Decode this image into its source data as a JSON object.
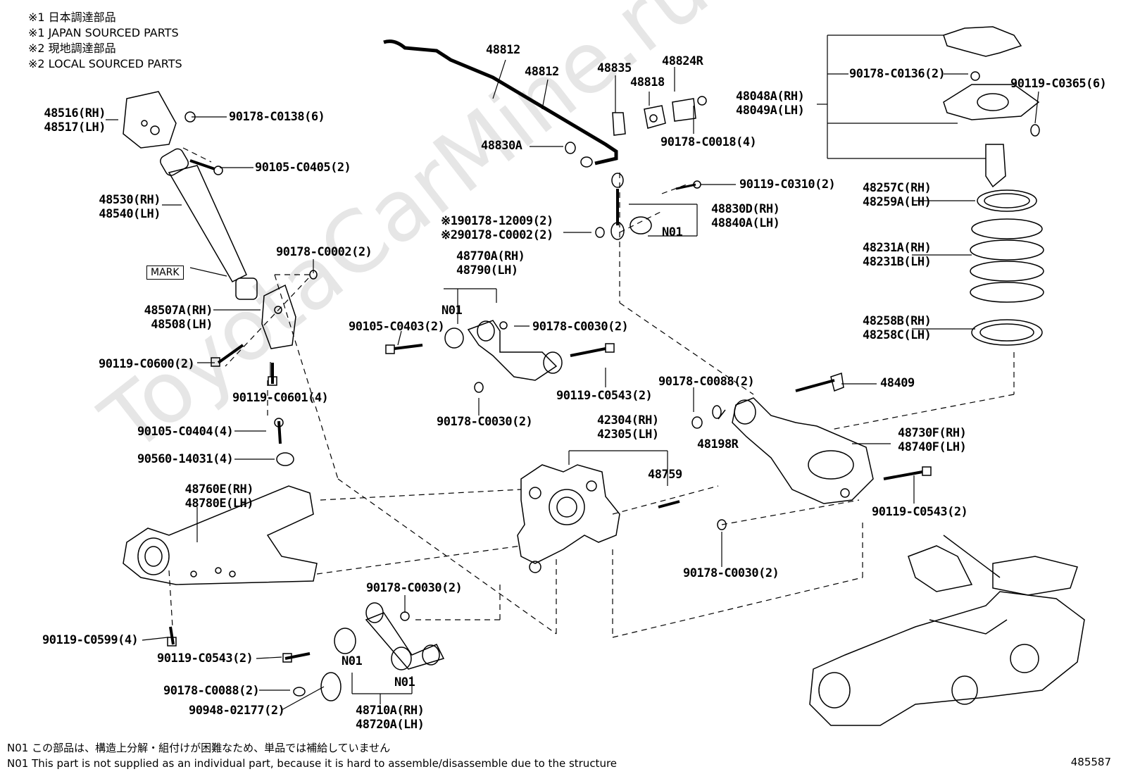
{
  "header_notes": [
    "※1 日本調達部品",
    "※1 JAPAN SOURCED PARTS",
    "※2 現地調達部品",
    "※2 LOCAL SOURCED PARTS"
  ],
  "footer_notes": [
    "N01 この部品は、構造上分解・組付けが困難なため、単品では補給していません",
    "N01 This part is not supplied as an individual part, because it is hard to assemble/disassemble due to the structure"
  ],
  "diagram_code": "485587",
  "watermark": "ToyotaCarMine.ru",
  "mark_label": "MARK",
  "labels": {
    "l48516": "48516(RH)",
    "l48517": "48517(LH)",
    "l90178_C0138": "90178-C0138(6)",
    "l90105_C0405": "90105-C0405(2)",
    "l48530": "48530(RH)",
    "l48540": "48540(LH)",
    "l90178_C0002a": "90178-C0002(2)",
    "l48507A": "48507A(RH)",
    "l48508": "48508(LH)",
    "l90119_C0600": "90119-C0600(2)",
    "l90119_C0601": "90119-C0601(4)",
    "l90105_C0404": "90105-C0404(4)",
    "l90560": "90560-14031(4)",
    "l48760E": "48760E(RH)",
    "l48780E": "48780E(LH)",
    "l90119_C0599": "90119-C0599(4)",
    "l90119_C0543a": "90119-C0543(2)",
    "l90178_C0088a": "90178-C0088(2)",
    "l90948": "90948-02177(2)",
    "l48812a": "48812",
    "l48812b": "48812",
    "l48835": "48835",
    "l48818": "48818",
    "l48824R": "48824R",
    "l48830A": "48830A",
    "l90178_C0018": "90178-C0018(4)",
    "l90119_C0310": "90119-C0310(2)",
    "l48830D": "48830D(RH)",
    "l48840A": "48840A(LH)",
    "lN01a": "N01",
    "l90178_12009": "※190178-12009(2)",
    "l90178_C0002b": "※290178-C0002(2)",
    "l48770A": "48770A(RH)",
    "l48790": "48790(LH)",
    "lN01b": "N01",
    "l90105_C0403": "90105-C0403(2)",
    "l90178_C0030a": "90178-C0030(2)",
    "l90119_C0543b": "90119-C0543(2)",
    "l90178_C0030b": "90178-C0030(2)",
    "l42304": "42304(RH)",
    "l42305": "42305(LH)",
    "l48759": "48759",
    "l90178_C0030c": "90178-C0030(2)",
    "lN01c": "N01",
    "lN01d": "N01",
    "l48710A": "48710A(RH)",
    "l48720A": "48720A(LH)",
    "l90178_C0088b": "90178-C0088(2)",
    "l48198R": "48198R",
    "l48409": "48409",
    "l48730F": "48730F(RH)",
    "l48740F": "48740F(LH)",
    "l90119_C0543c": "90119-C0543(2)",
    "l90178_C0030d": "90178-C0030(2)",
    "l90178_C0136": "90178-C0136(2)",
    "l90119_C0365": "90119-C0365(6)",
    "l48048A": "48048A(RH)",
    "l48049A": "48049A(LH)",
    "l48257C": "48257C(RH)",
    "l48259A": "48259A(LH)",
    "l48231A": "48231A(RH)",
    "l48231B": "48231B(LH)",
    "l48258B": "48258B(RH)",
    "l48258C": "48258C(LH)"
  }
}
